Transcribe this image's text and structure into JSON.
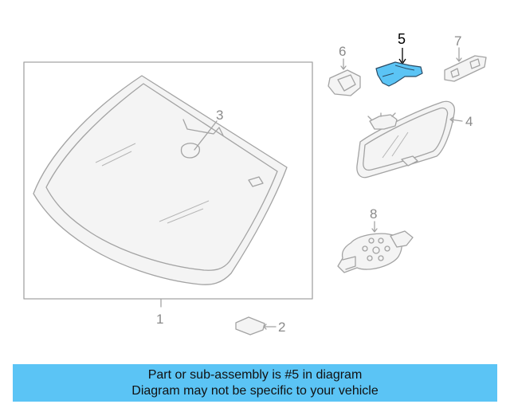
{
  "diagram": {
    "highlight_color": "#5bc4f5",
    "callouts": {
      "c1": "1",
      "c2": "2",
      "c3": "3",
      "c4": "4",
      "c5": "5",
      "c6": "6",
      "c7": "7",
      "c8": "8"
    }
  },
  "banner": {
    "line1": "Part or sub-assembly is #5 in diagram",
    "line2": "Diagram may not be specific to your vehicle",
    "color": "#5bc4f5"
  }
}
